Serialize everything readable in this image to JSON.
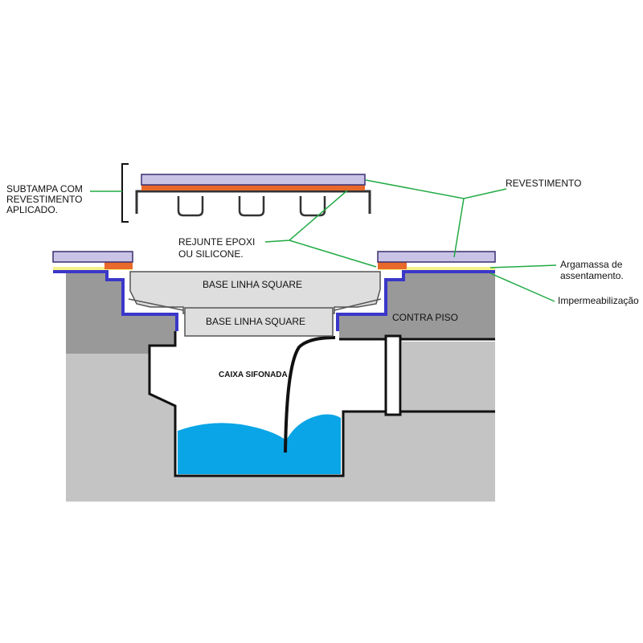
{
  "labels": {
    "subtampa": [
      "SUBTAMPA COM",
      "REVESTIMENTO",
      "APLICADO."
    ],
    "revestimento": "REVESTIMENTO",
    "rejunte": [
      "REJUNTE EPOXI",
      "OU SILICONE."
    ],
    "argamassa": [
      "Argamassa de",
      "assentamento."
    ],
    "impermeabilizacao": "Impermeabilização",
    "contra_piso": "CONTRA PISO",
    "base_upper": "BASE  LINHA SQUARE",
    "base_lower": "BASE  LINHA SQUARE",
    "caixa_sifonada": "CAIXA SIFONADA"
  },
  "colors": {
    "tile": "#c9c3e6",
    "tile_edge": "#3a2f6e",
    "mortar": "#e8692a",
    "glue": "#f6f28a",
    "waterproofing": "#3b37c9",
    "subfloor": "#999999",
    "soil": "#c4c4c4",
    "metal": "#dedede",
    "water": "#0aa5e6",
    "leader": "#22aa44",
    "line": "#111111"
  }
}
